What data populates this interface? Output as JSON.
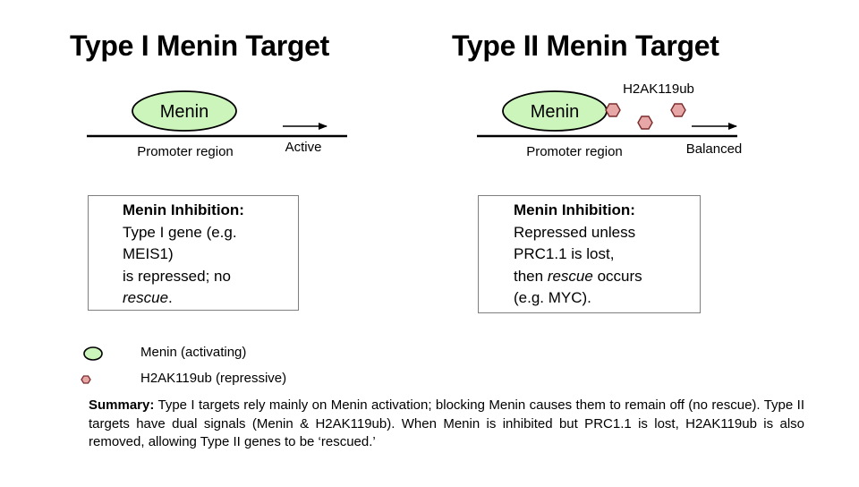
{
  "titles": {
    "type1": "Type I Menin Target",
    "type2": "Type II Menin Target"
  },
  "type1": {
    "menin_label": "Menin",
    "promoter_label": "Promoter region",
    "state_label": "Active",
    "box": {
      "heading": "Menin Inhibition:",
      "line1": "Type I gene (e.g.",
      "line2": "MEIS1)",
      "line3": "is repressed; no",
      "line4_italic": "rescue",
      "line4_end": "."
    }
  },
  "type2": {
    "menin_label": "Menin",
    "mark_label": "H2AK119ub",
    "promoter_label": "Promoter region",
    "state_label": "Balanced",
    "box": {
      "heading": "Menin Inhibition:",
      "line1": "Repressed unless",
      "line2": "PRC1.1 is lost,",
      "line3_start": "then ",
      "line3_italic": "rescue",
      "line3_end": " occurs",
      "line4": "(e.g. MYC)."
    }
  },
  "legend": {
    "menin": "Menin (activating)",
    "h2a": "H2AK119ub (repressive)"
  },
  "summary": {
    "label": "Summary:",
    "text": " Type I targets rely mainly on Menin activation; blocking Menin causes them to remain off (no rescue).  Type II targets have dual signals (Menin & H2AK119ub).  When Menin is inhibited but PRC1.1 is lost, H2AK119ub is also removed, allowing Type II genes to be ‘rescued.’"
  },
  "colors": {
    "menin_fill": "#ccf5bb",
    "menin_stroke": "#000000",
    "hexagon_fill": "#e8a7a7",
    "hexagon_stroke": "#7a2c2c",
    "box_border": "#7f7f7f"
  }
}
